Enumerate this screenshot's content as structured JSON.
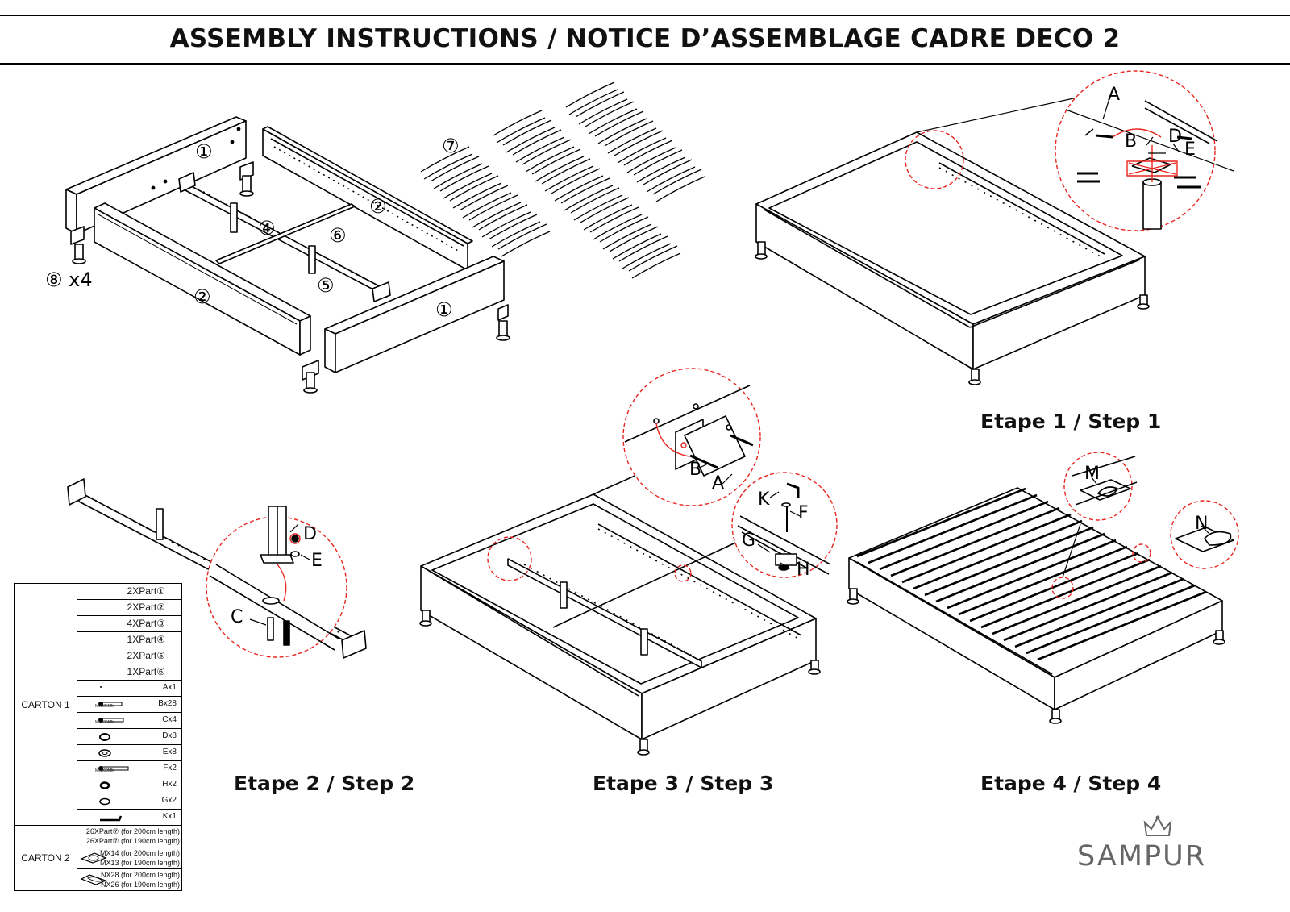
{
  "header": {
    "title": "ASSEMBLY INSTRUCTIONS / NOTICE D’ASSEMBLAGE CADRE DECO 2"
  },
  "steps": {
    "step1": "Etape 1 / Step 1",
    "step2": "Etape 2 / Step 2",
    "step3": "Etape 3 / Step 3",
    "step4": "Etape 4 / Step 4"
  },
  "labels": {
    "p1": "①",
    "p2": "②",
    "p4": "④",
    "p5": "⑤",
    "p6": "⑥",
    "p7": "⑦",
    "p8": "⑧ x4",
    "A": "A",
    "B": "B",
    "C": "C",
    "D": "D",
    "E": "E",
    "F": "F",
    "G": "G",
    "H": "H",
    "K": "K",
    "M": "M",
    "N": "N"
  },
  "parts_table": {
    "carton1": "CARTON 1",
    "carton2": "CARTON 2",
    "items": [
      {
        "label": "2XPart①"
      },
      {
        "label": "2XPart②"
      },
      {
        "label": "4XPart③"
      },
      {
        "label": "1XPart④"
      },
      {
        "label": "2XPart⑤"
      },
      {
        "label": "1XPart⑥"
      },
      {
        "label": "Ax1",
        "sub": ""
      },
      {
        "label": "Bx28",
        "sub": "M8X25MM"
      },
      {
        "label": "Cx4",
        "sub": "M8X35MM"
      },
      {
        "label": "Dx8",
        "sub": ""
      },
      {
        "label": "Ex8",
        "sub": ""
      },
      {
        "label": "Fx2",
        "sub": "M6X60MM"
      },
      {
        "label": "Hx2",
        "sub": ""
      },
      {
        "label": "Gx2",
        "sub": ""
      },
      {
        "label": "Kx1",
        "sub": ""
      }
    ],
    "carton2_items": [
      {
        "line1": "26XPart⑦ (for 200cm length)",
        "line2": "26XPart⑦ (for 190cm length)"
      },
      {
        "line1": "MX14 (for 200cm length)",
        "line2": "MX13 (for 190cm length)"
      },
      {
        "line1": "NX28 (for 200cm length)",
        "line2": "NX26 (for 190cm length)"
      }
    ]
  },
  "brand": {
    "name": "SAMPUR"
  },
  "colors": {
    "callout": "#e8251e",
    "line": "#000000",
    "logo": "#666666"
  }
}
